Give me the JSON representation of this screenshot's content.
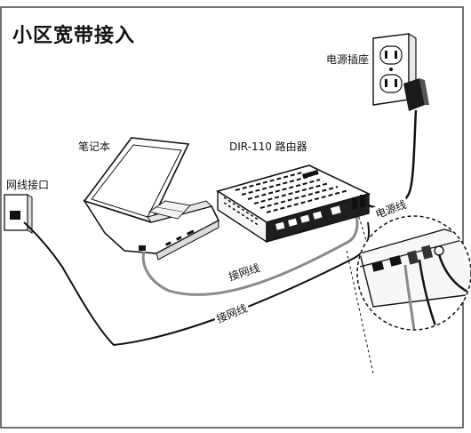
{
  "title": "小区宽带接入",
  "labels": {
    "outlet": "电源插座",
    "laptop": "笔记本",
    "router": "DIR-110 路由器",
    "wall_port": "网线接口",
    "power_cable": "电源线",
    "cable_laptop": "接网线",
    "cable_wall": "接网线"
  },
  "colors": {
    "line": "#111111",
    "cable_grey": "#8a8a8a",
    "frame": "#444444"
  },
  "icons": [
    "power-outlet-icon",
    "laptop-icon",
    "router-icon",
    "wall-port-icon",
    "power-adapter-icon",
    "port-closeup-icon"
  ]
}
